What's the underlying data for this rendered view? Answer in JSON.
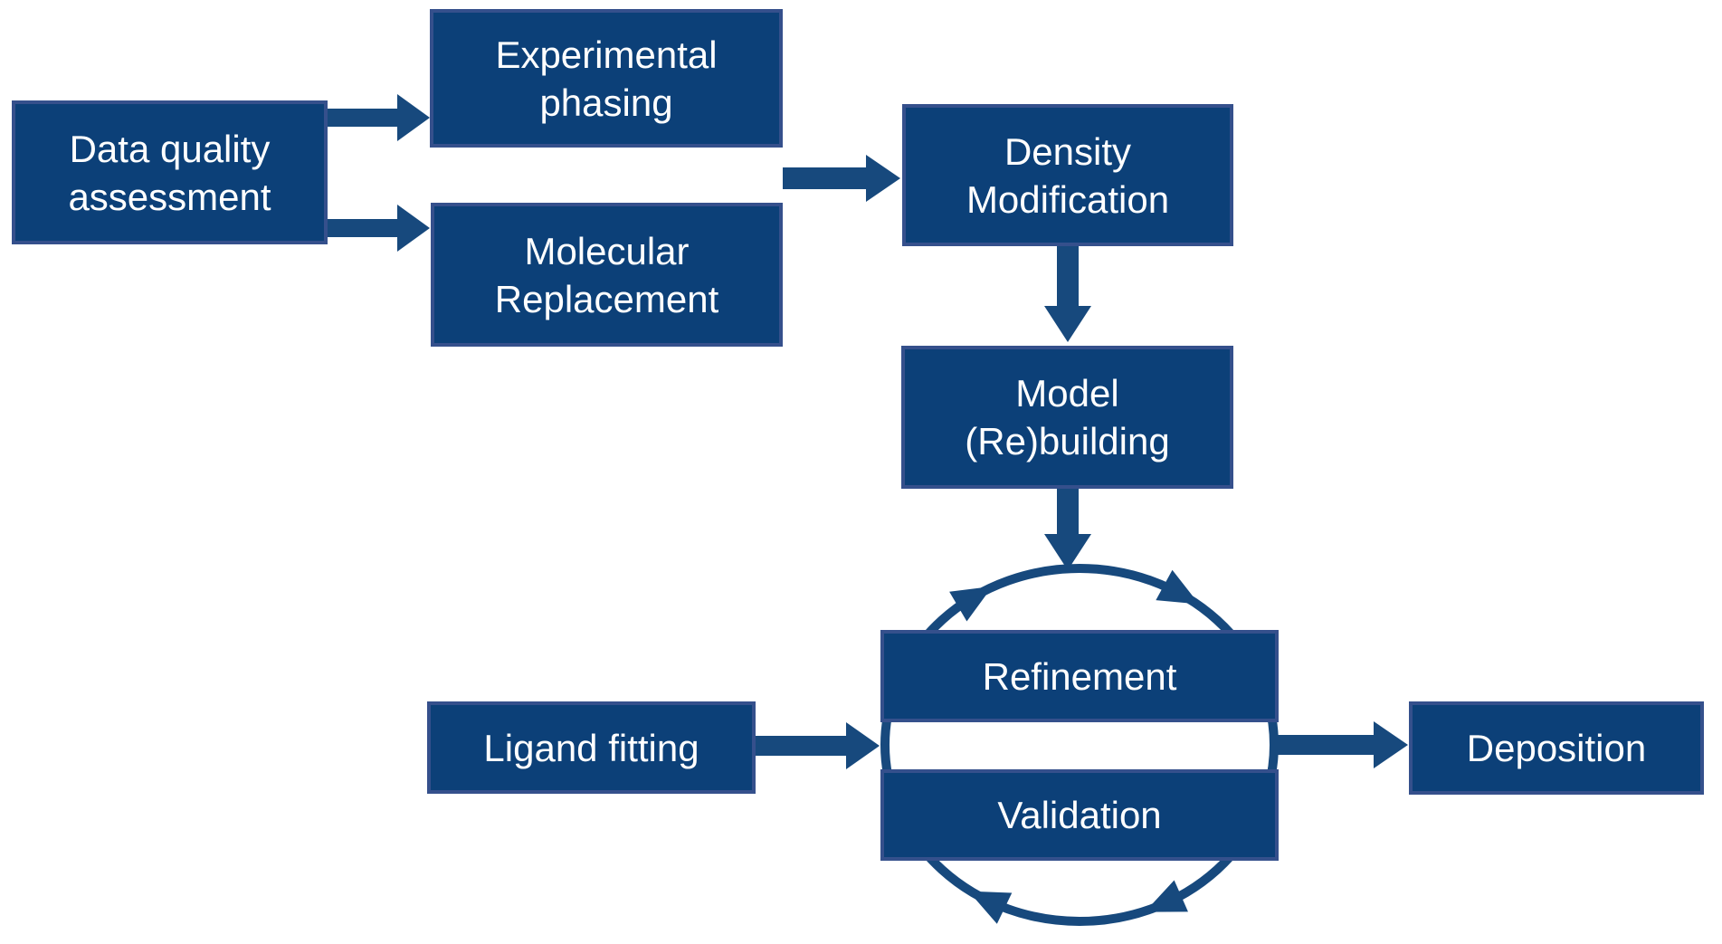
{
  "diagram": {
    "description": "Crystallography structure-solution workflow flowchart",
    "colors": {
      "box_fill": "#0c4078",
      "box_border": "#35508c",
      "arrow": "#17497d",
      "text": "#ffffff",
      "background": "#ffffff"
    },
    "nodes": {
      "data_quality": {
        "lines": [
          "Data quality",
          "assessment"
        ]
      },
      "experimental_phasing": {
        "lines": [
          "Experimental",
          "phasing"
        ]
      },
      "molecular_replacement": {
        "lines": [
          "Molecular",
          "Replacement"
        ]
      },
      "density_modification": {
        "lines": [
          "Density",
          "Modification"
        ]
      },
      "model_rebuilding": {
        "lines": [
          "Model",
          "(Re)building"
        ]
      },
      "refinement": {
        "label": "Refinement"
      },
      "validation": {
        "label": "Validation"
      },
      "ligand_fitting": {
        "label": "Ligand fitting"
      },
      "deposition": {
        "label": "Deposition"
      }
    },
    "edges": [
      {
        "from": "data_quality",
        "to": "experimental_phasing"
      },
      {
        "from": "data_quality",
        "to": "molecular_replacement"
      },
      {
        "from": "experimental_phasing / molecular_replacement",
        "to": "density_modification"
      },
      {
        "from": "density_modification",
        "to": "model_rebuilding"
      },
      {
        "from": "model_rebuilding",
        "to": "refinement_validation_cycle"
      },
      {
        "from": "ligand_fitting",
        "to": "refinement_validation_cycle"
      },
      {
        "from": "refinement_validation_cycle",
        "to": "deposition"
      },
      {
        "from": "refinement",
        "to": "validation",
        "style": "clockwise cycle ring with 4 arrowheads"
      }
    ]
  }
}
